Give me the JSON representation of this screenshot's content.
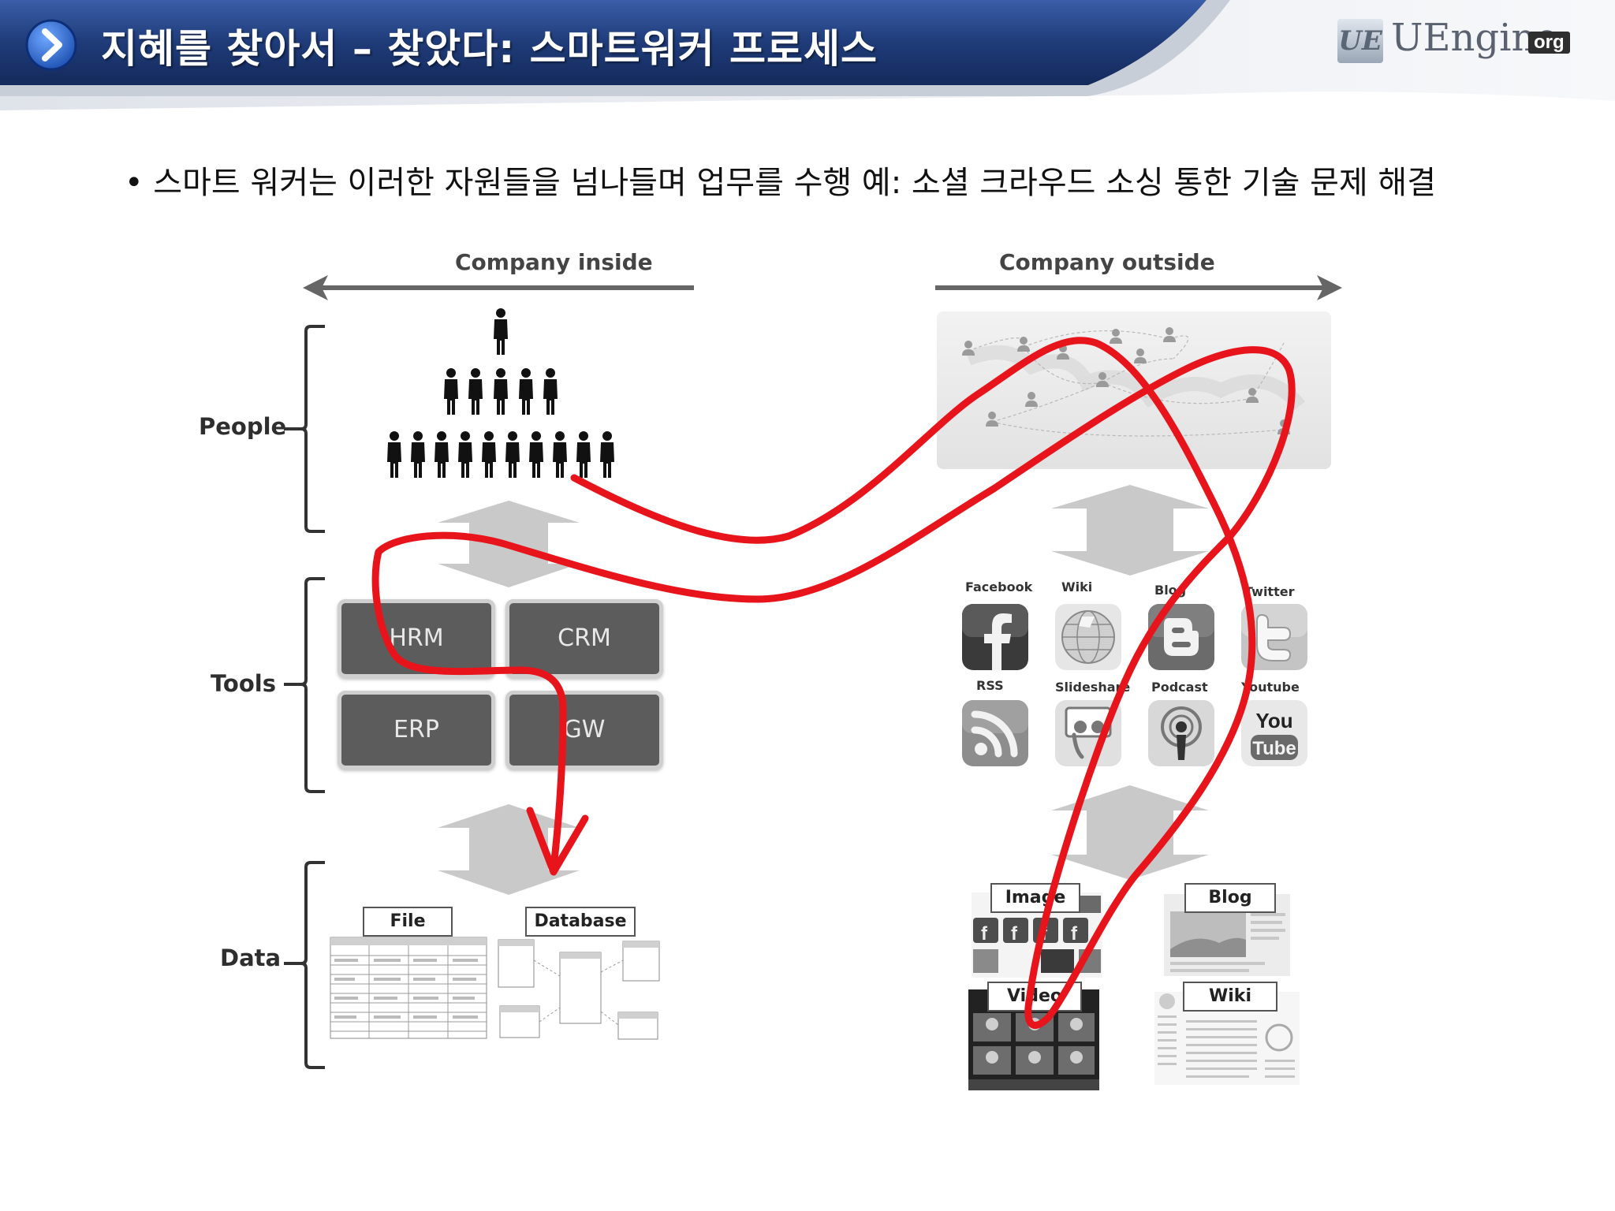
{
  "header": {
    "title": "지혜를 찾아서 – 찾았다: 스마트워커 프로세스",
    "logo_mark": "UE",
    "logo_text": "UEngine",
    "logo_suffix": "org"
  },
  "bullet": "• 스마트 워커는 이러한 자원들을 넘나들며 업무를 수행  예: 소셜 크라우드 소싱 통한 기술 문제 해결",
  "diagram": {
    "company_inside": "Company inside",
    "company_outside": "Company outside",
    "rows": [
      "People",
      "Tools",
      "Data"
    ],
    "tools": [
      "HRM",
      "CRM",
      "ERP",
      "GW"
    ],
    "data": [
      "File",
      "Database"
    ],
    "social": {
      "labels": [
        "Facebook",
        "Wiki",
        "Blog",
        "Twitter",
        "RSS",
        "Slideshare",
        "Podcast",
        "Youtube"
      ],
      "icons": [
        "facebook-icon",
        "wikipedia-icon",
        "blogger-icon",
        "twitter-icon",
        "rss-icon",
        "slideshare-icon",
        "podcast-icon",
        "youtube-icon"
      ],
      "youtube_you": "You",
      "youtube_tube": "Tube"
    },
    "outside_data": [
      "Image",
      "Blog",
      "Video",
      "Wiki"
    ]
  },
  "colors": {
    "header_blue": "#1f3b78",
    "annotation_red": "#e8141c",
    "tool_box": "#5c5c5c"
  }
}
